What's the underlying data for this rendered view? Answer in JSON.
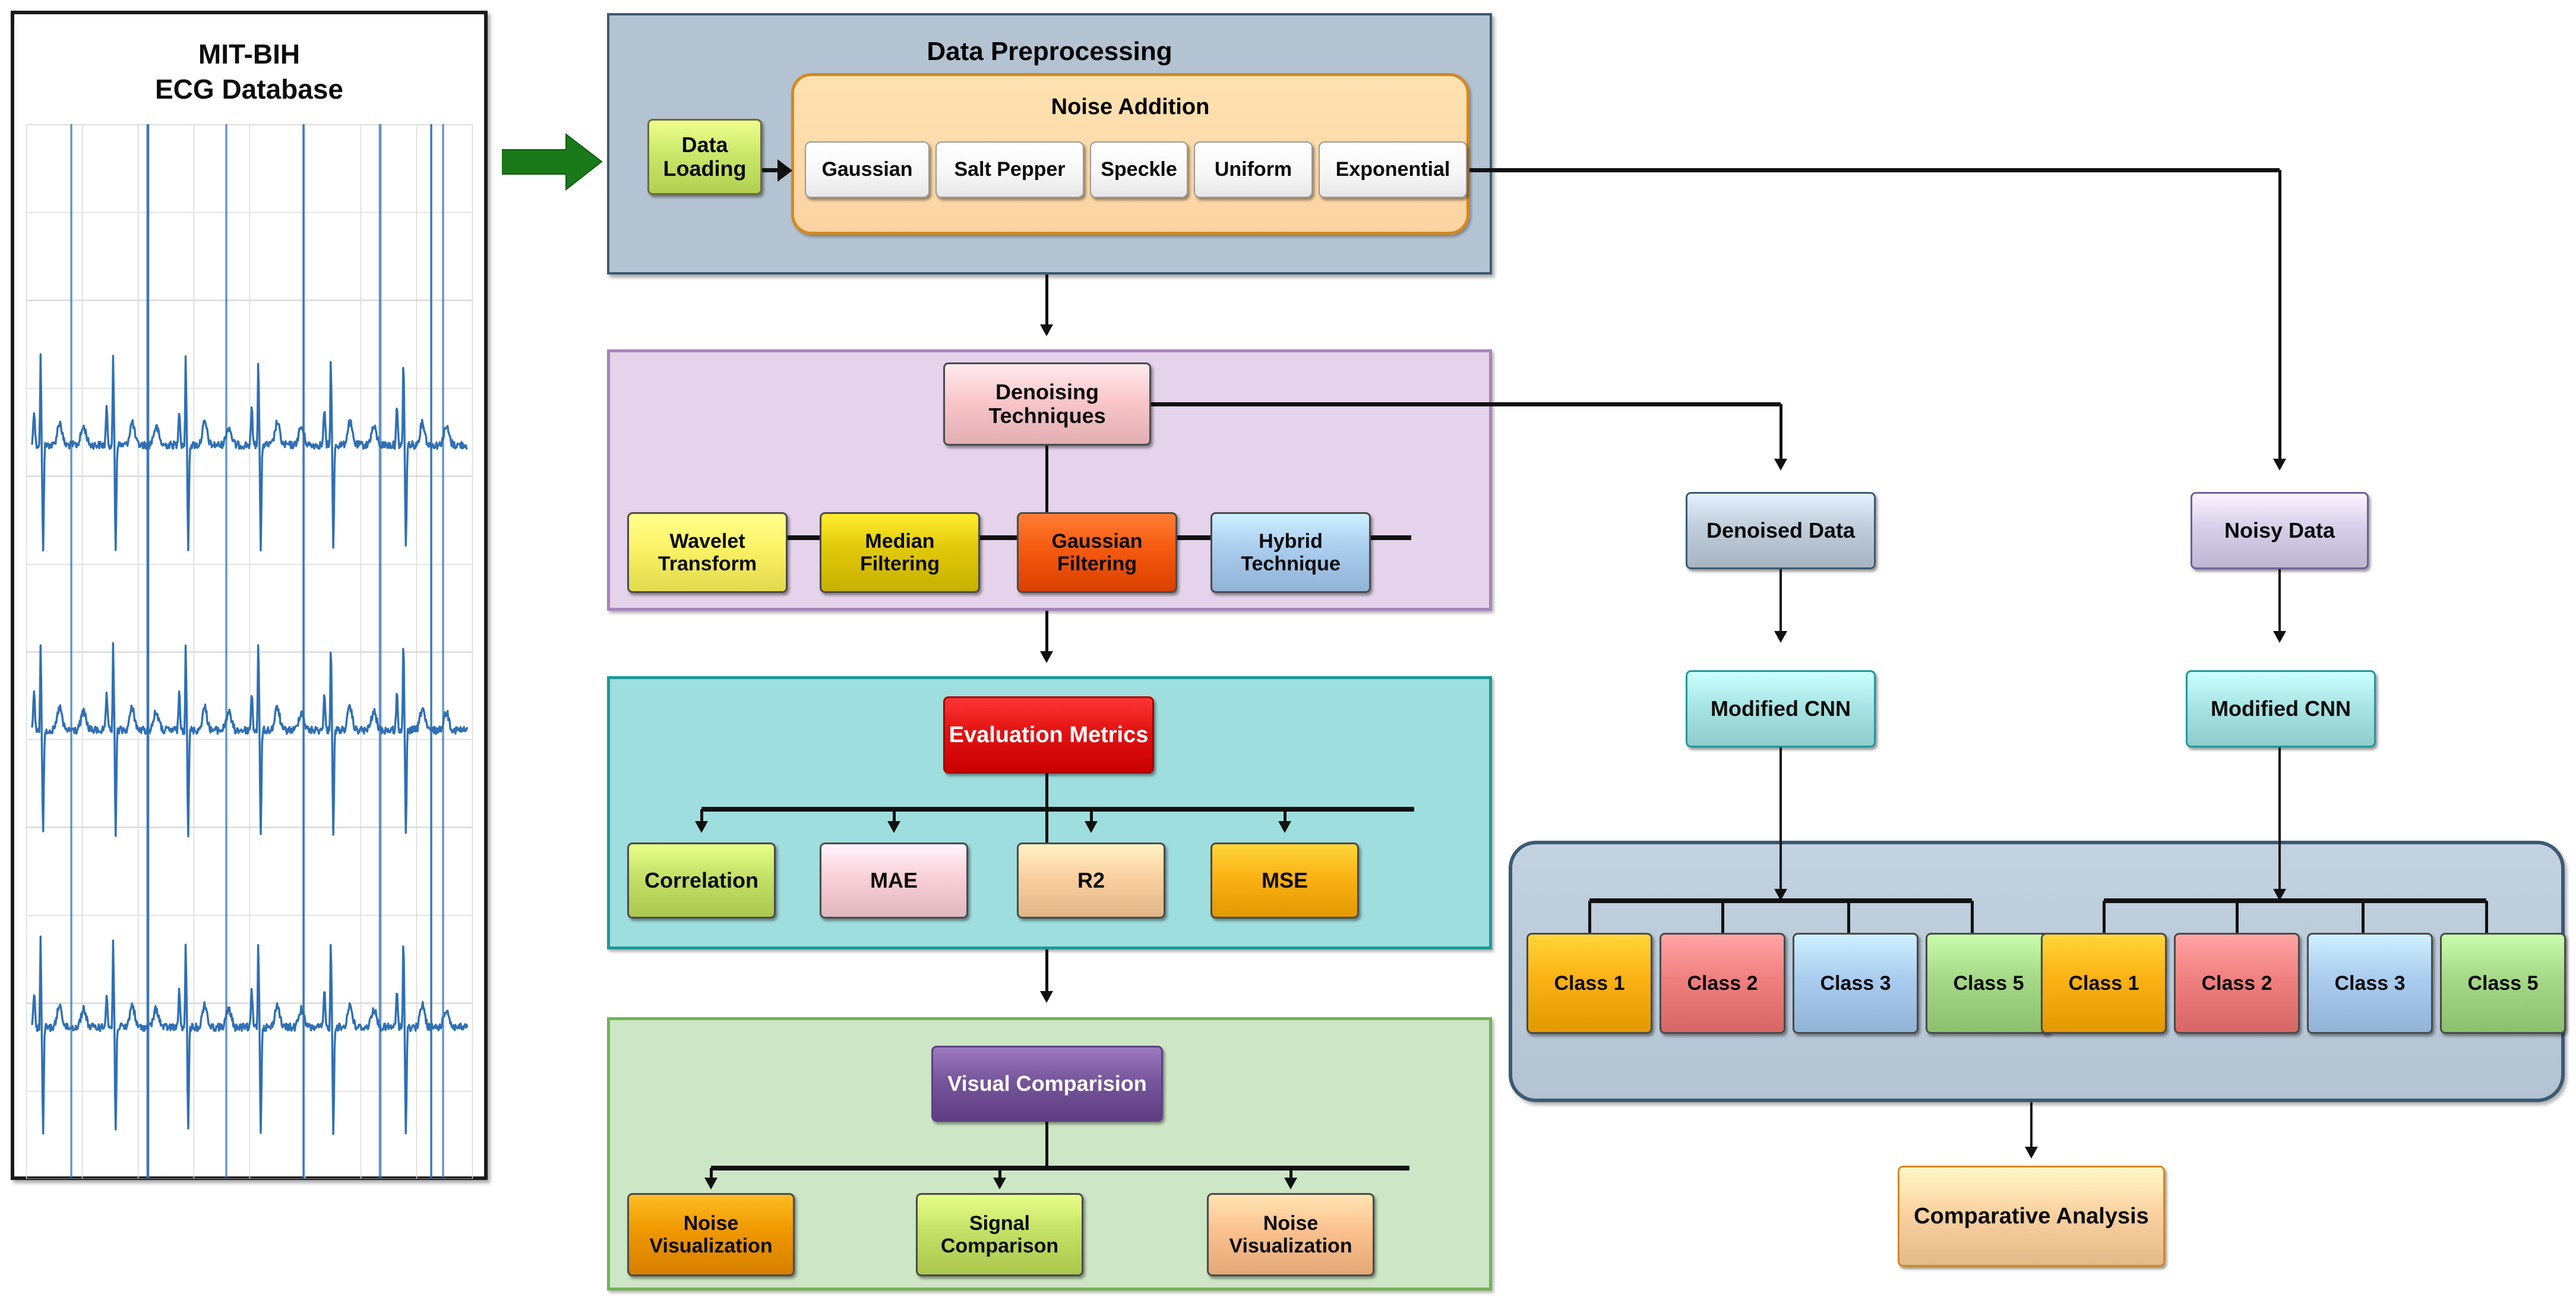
{
  "ecg_panel": {
    "title_line1": "MIT-BIH",
    "title_line2": "ECG Database",
    "trace_color": "#2f6fb5",
    "grid_color": "#d7d7d7"
  },
  "entry_arrow": {
    "name": "green-arrow",
    "color": "#1a7a1a"
  },
  "preprocessing": {
    "title": "Data Preprocessing",
    "panel_color": "#b3c3d1",
    "panel_border": "#3c5a73",
    "data_loading": {
      "line1": "Data",
      "line2": "Loading",
      "color": "#cbe86b"
    },
    "noise_group": {
      "title": "Noise Addition",
      "color": "#fbd3a2",
      "border": "#d5881f",
      "items": [
        {
          "label": "Gaussian"
        },
        {
          "label": "Salt Pepper"
        },
        {
          "label": "Speckle"
        },
        {
          "label": "Uniform"
        },
        {
          "label": "Exponential"
        }
      ]
    }
  },
  "denoising": {
    "panel_color": "#e4d3ea",
    "panel_border": "#a883bd",
    "head": {
      "line1": "Denoising",
      "line2": "Techniques",
      "color": "#fac7cb"
    },
    "items": [
      {
        "line1": "Wavelet",
        "line2": "Transform",
        "color": "#fbf266"
      },
      {
        "line1": "Median",
        "line2": "Filtering",
        "color": "#e0c90a"
      },
      {
        "line1": "Gaussian",
        "line2": "Filtering",
        "color": "#f45a10"
      },
      {
        "line1": "Hybrid",
        "line2": "Technique",
        "color": "#aaccee"
      }
    ]
  },
  "evaluation": {
    "panel_color": "#9fdede",
    "panel_border": "#1f9a9a",
    "head": {
      "label": "Evaluation Metrics",
      "color": "#e21212",
      "text_color": "#ffffff"
    },
    "items": [
      {
        "label": "Correlation",
        "color": "#c4e066"
      },
      {
        "label": "MAE",
        "color": "#fad0d8"
      },
      {
        "label": "R2",
        "color": "#fbcfa0"
      },
      {
        "label": "MSE",
        "color": "#fbb215"
      }
    ]
  },
  "visual": {
    "panel_color": "#cde6c6",
    "panel_border": "#71b457",
    "head": {
      "label": "Visual Comparision",
      "color": "#77569b",
      "text_color": "#ffffff"
    },
    "items": [
      {
        "line1": "Noise",
        "line2": "Visualization",
        "color": "#ef9800"
      },
      {
        "line1": "Signal",
        "line2": "Comparison",
        "color": "#c4e066"
      },
      {
        "line1": "Noise",
        "line2": "Visualization",
        "color": "#fbc18f"
      }
    ]
  },
  "right_branch": {
    "denoised_data": {
      "label": "Denoised Data",
      "color": "#c0cedb",
      "border": "#3c5a73"
    },
    "noisy_data": {
      "label": "Noisy Data",
      "color": "#d8d0ea",
      "border": "#6f5f9e"
    },
    "cnn_left": {
      "label": "Modified CNN",
      "color": "#a9e5e5",
      "border": "#1f9a9a"
    },
    "cnn_right": {
      "label": "Modified CNN",
      "color": "#a9e5e5",
      "border": "#1f9a9a"
    },
    "classification_panel": {
      "color": "#b3c3d1",
      "border": "#3c5a73"
    },
    "classes_left": [
      {
        "label": "Class 1",
        "color": "#fbb215"
      },
      {
        "label": "Class 2",
        "color": "#f08080"
      },
      {
        "label": "Class 3",
        "color": "#aaccee"
      },
      {
        "label": "Class 5",
        "color": "#a5d987"
      }
    ],
    "classes_right": [
      {
        "label": "Class 1",
        "color": "#fbb215"
      },
      {
        "label": "Class 2",
        "color": "#f08080"
      },
      {
        "label": "Class 3",
        "color": "#aaccee"
      },
      {
        "label": "Class 5",
        "color": "#a5d987"
      }
    ],
    "comparative_analysis": {
      "label": "Comparative Analysis",
      "color": "#fbd3a2",
      "border": "#d5881f"
    }
  }
}
